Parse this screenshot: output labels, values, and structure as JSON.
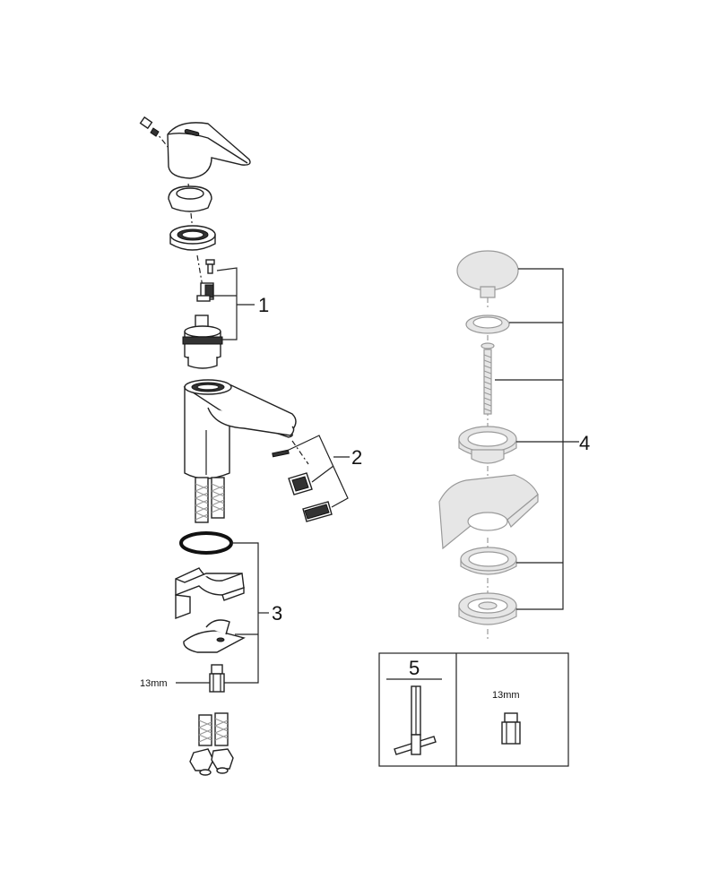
{
  "callouts": {
    "c1": "1",
    "c2": "2",
    "c3": "3",
    "c4": "4",
    "c5": "5"
  },
  "dimensions": {
    "left_nut": "13mm",
    "box_nut": "13mm"
  },
  "colors": {
    "line": "#222222",
    "waste_grey": "#9a9a9a",
    "background": "#ffffff"
  }
}
